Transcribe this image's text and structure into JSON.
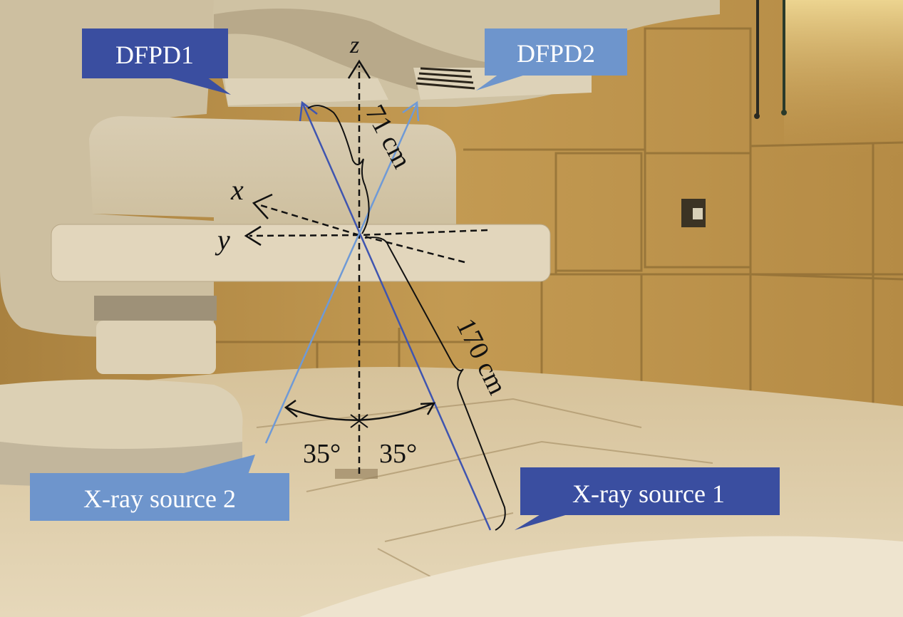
{
  "figure": {
    "description": "Radiotherapy treatment room photo annotated with stereoscopic X-ray imaging geometry",
    "colors": {
      "dark_callout": "#3a4ea0",
      "light_callout": "#6e95cc",
      "beam1_line": "#3f55b0",
      "beam2_line": "#6f9ad6",
      "annotation_ink": "#111111",
      "wall": "#b8914a",
      "machine": "#d8ccb2"
    }
  },
  "callouts": {
    "dfpd1": "DFPD1",
    "dfpd2": "DFPD2",
    "xray_source_1": "X-ray source 1",
    "xray_source_2": "X-ray source 2"
  },
  "axes": {
    "x": "x",
    "y": "y",
    "z": "z"
  },
  "dimensions": {
    "detector_distance": "71 cm",
    "source_distance": "170 cm",
    "angle_left": "35°",
    "angle_right": "35°"
  }
}
